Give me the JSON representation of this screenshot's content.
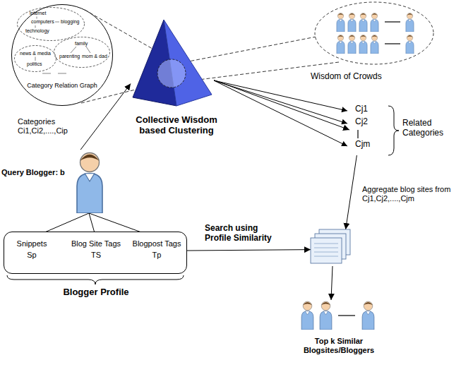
{
  "diagram": {
    "nodes": [
      {
        "text": [
          "Category Relation Graph"
        ]
      },
      {
        "text": [
          "internet",
          "computers",
          "blogging",
          "technology"
        ],
        "in": 0
      },
      {
        "text": [
          "news & media",
          "politics"
        ],
        "in": 0
      },
      {
        "text": [
          "family",
          "parenting",
          "mom & dad"
        ],
        "in": 0
      },
      {
        "text": [
          "Collective Wisdom based Clustering"
        ]
      },
      {
        "text": [
          "Wisdom of Crowds"
        ]
      },
      {
        "text": [
          "Query Blogger: b"
        ]
      },
      {
        "text": [
          "Blogger Profile"
        ]
      },
      {
        "text": [
          "Snippets",
          "Sp"
        ],
        "in": 7
      },
      {
        "text": [
          "Blog Site Tags",
          "TS"
        ],
        "in": 7
      },
      {
        "text": [
          "Blogpost Tags",
          "Tp"
        ],
        "in": 7
      },
      {
        "text": [
          "Cj1",
          "Cj2",
          "Cjm",
          "Related Categories"
        ]
      },
      {
        "text": []
      },
      {
        "text": [
          "Top k Similar Blogsites/Bloggers"
        ]
      }
    ],
    "edges": [
      {
        "from": 6,
        "to": 4,
        "arrow": "to",
        "label": "Categories Ci1,Ci2,....,Cip"
      },
      {
        "from": 4,
        "to": 11,
        "arrow": "to"
      },
      {
        "from": 11,
        "to": 12,
        "arrow": "to",
        "label": "Aggregate blog sites from Cj1,Cj2,....,Cjm"
      },
      {
        "from": 6,
        "to": 8,
        "arrow": "none"
      },
      {
        "from": 6,
        "to": 9,
        "arrow": "none"
      },
      {
        "from": 6,
        "to": 10,
        "arrow": "none"
      },
      {
        "from": 7,
        "to": 12,
        "arrow": "to",
        "label": "Search using Profile Similarity"
      },
      {
        "from": 12,
        "to": 13,
        "arrow": "to"
      }
    ]
  }
}
